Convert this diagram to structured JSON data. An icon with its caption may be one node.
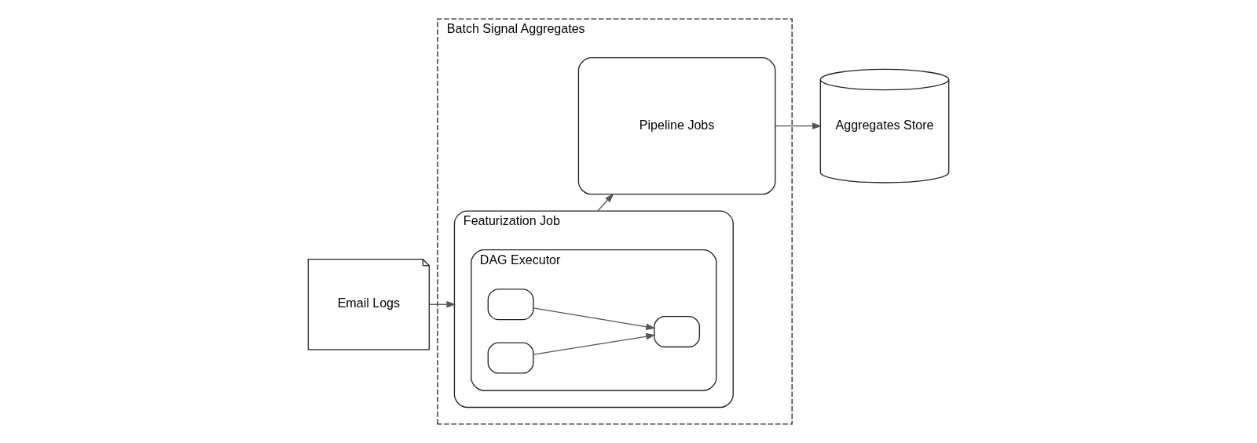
{
  "diagram": {
    "nodes": [
      {
        "text": [
          "Email Logs"
        ]
      },
      {
        "text": [
          "Batch Signal Aggregates"
        ]
      },
      {
        "text": [
          "Featurization Job"
        ],
        "in": 1
      },
      {
        "text": [
          "DAG Executor"
        ],
        "in": 2
      },
      {
        "text": [],
        "shape": "box",
        "in": 3
      },
      {
        "text": [],
        "shape": "box",
        "in": 3
      },
      {
        "text": [],
        "shape": "box",
        "in": 3
      },
      {
        "text": [
          "Pipeline Jobs"
        ],
        "in": 1
      },
      {
        "text": [
          "Aggregates Store"
        ]
      }
    ],
    "edges": [
      {
        "from": 0,
        "to": 2,
        "arrow": "to"
      },
      {
        "from": 4,
        "to": 6,
        "arrow": "to"
      },
      {
        "from": 5,
        "to": 6,
        "arrow": "to"
      },
      {
        "from": 2,
        "to": 7,
        "arrow": "to"
      },
      {
        "from": 7,
        "to": 8,
        "arrow": "to"
      }
    ]
  }
}
